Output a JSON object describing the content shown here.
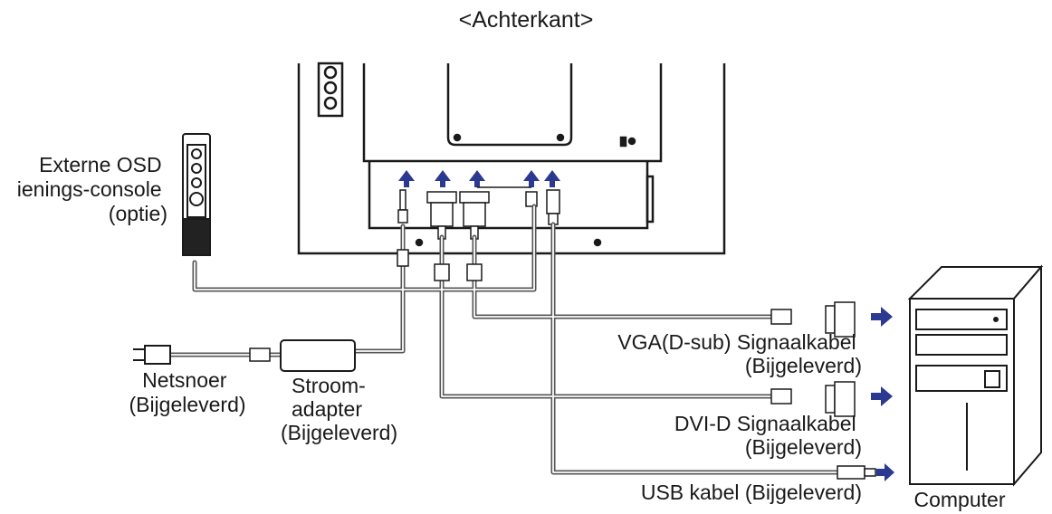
{
  "title": "<Achterkant>",
  "labels": {
    "osd_console": [
      "Externe OSD",
      "ienings-console",
      "(optie)"
    ],
    "power_cord": [
      "Netsnoer",
      "(Bijgeleverd)"
    ],
    "power_adapter": [
      "Stroom-",
      "adapter",
      "(Bijgeleverd)"
    ],
    "vga_cable": [
      "VGA(D-sub) Signaalkabel",
      "(Bijgeleverd)"
    ],
    "dvi_cable": [
      "DVI-D Signaalkabel",
      "(Bijgeleverd)"
    ],
    "usb_cable": "USB kabel (Bijgeleverd)",
    "computer": "Computer"
  },
  "colors": {
    "line": "#1a1a1a",
    "cable": "#555555",
    "arrow": "#2b3990",
    "panel": "#ffffff"
  }
}
